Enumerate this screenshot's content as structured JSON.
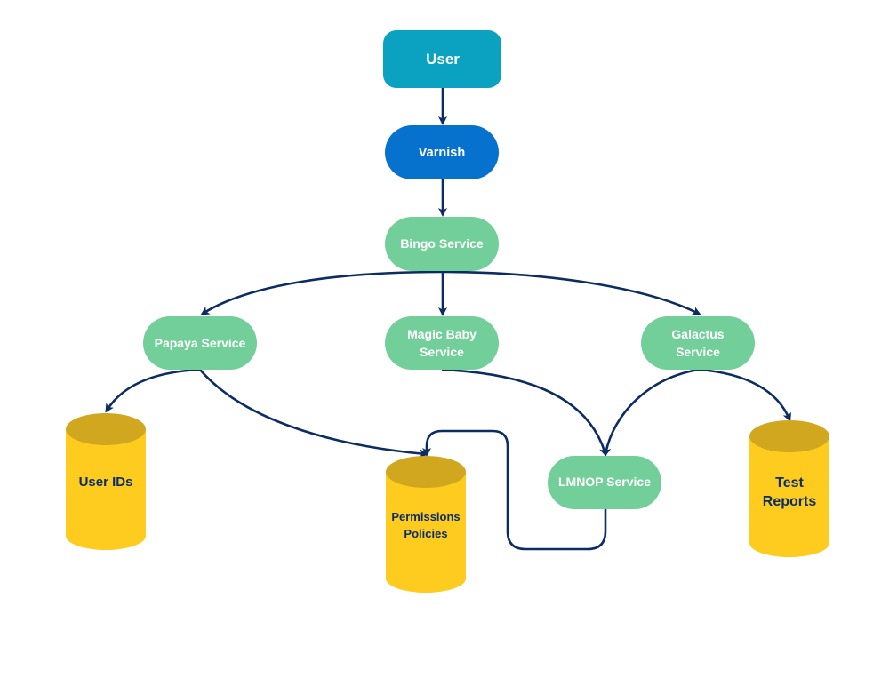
{
  "colors": {
    "edge": "#0c2d63",
    "user_fill": "#0aa2c0",
    "varnish_fill": "#0672ce",
    "service_fill": "#72cf99",
    "db_body": "#fecc1f",
    "db_top": "#d0a71e",
    "light_text": "#ffffff",
    "dark_text": "#0c2d63"
  },
  "nodes": {
    "user": {
      "label": "User"
    },
    "varnish": {
      "label": "Varnish"
    },
    "bingo": {
      "label": "Bingo Service"
    },
    "papaya": {
      "label": "Papaya Service"
    },
    "magic_baby": {
      "line1": "Magic Baby",
      "line2": "Service"
    },
    "galactus": {
      "line1": "Galactus",
      "line2": "Service"
    },
    "lmnop": {
      "label": "LMNOP Service"
    }
  },
  "databases": {
    "user_ids": {
      "label": "User IDs"
    },
    "permissions": {
      "line1": "Permissions",
      "line2": "Policies"
    },
    "test_reports": {
      "line1": "Test",
      "line2": "Reports"
    }
  },
  "edges": [
    {
      "from": "User",
      "to": "Varnish"
    },
    {
      "from": "Varnish",
      "to": "Bingo Service"
    },
    {
      "from": "Bingo Service",
      "to": "Papaya Service"
    },
    {
      "from": "Bingo Service",
      "to": "Magic Baby Service"
    },
    {
      "from": "Bingo Service",
      "to": "Galactus Service"
    },
    {
      "from": "Papaya Service",
      "to": "User IDs"
    },
    {
      "from": "Papaya Service",
      "to": "Permissions Policies"
    },
    {
      "from": "Magic Baby Service",
      "to": "LMNOP Service"
    },
    {
      "from": "Galactus Service",
      "to": "LMNOP Service"
    },
    {
      "from": "Galactus Service",
      "to": "Test Reports"
    },
    {
      "from": "LMNOP Service",
      "to": "Permissions Policies"
    }
  ]
}
